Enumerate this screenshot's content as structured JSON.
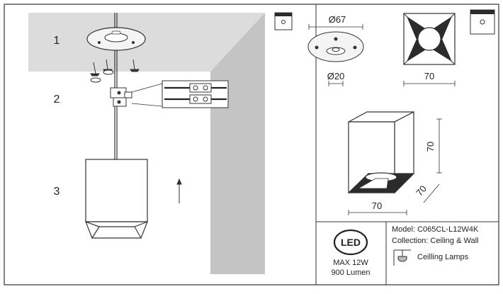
{
  "steps": [
    "1",
    "2",
    "3"
  ],
  "dimensions": {
    "canopy_diameter": "Ø67",
    "hole_diameter": "Ø20",
    "top_width": "70",
    "front_height": "70",
    "front_width": "70",
    "front_depth": "70"
  },
  "info": {
    "led_badge": "LED",
    "power": "MAX 12W",
    "lumen": "900 Lumen",
    "model": "Model: C065CL-L12W4K",
    "collection": "Collection: Ceiling & Wall",
    "category": "Ceilling Lamps"
  },
  "colors": {
    "line": "#333333",
    "ceiling_fill": "#dcdcdc",
    "wall_fill": "#c4c4c4",
    "dark_fill": "#2b2b2b"
  }
}
